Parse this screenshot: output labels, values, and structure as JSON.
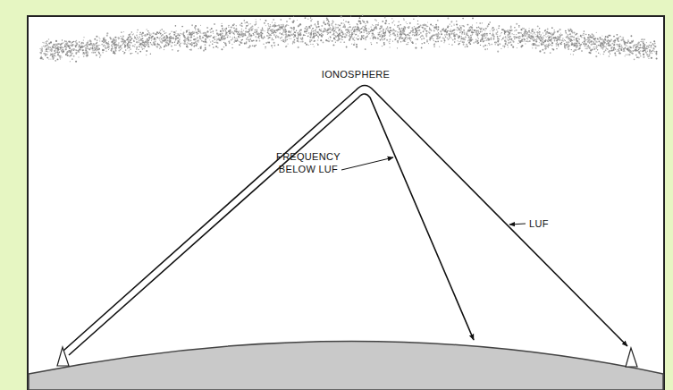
{
  "diagram": {
    "labels": [
      "IONOSPHERE",
      "FREQUENCY BELOW LUF",
      "LUF"
    ]
  }
}
